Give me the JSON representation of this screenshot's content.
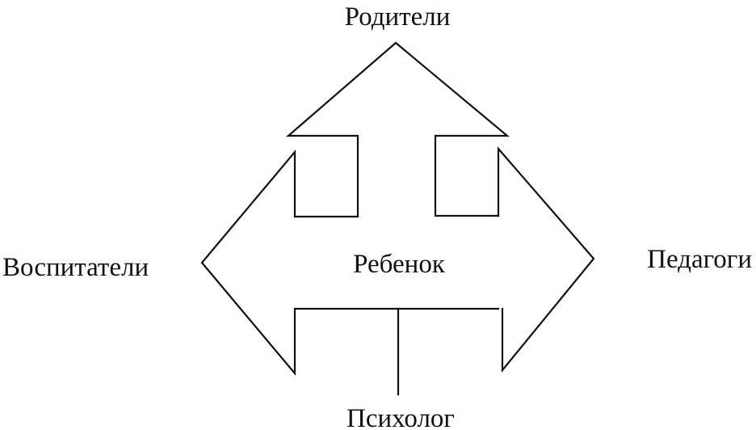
{
  "diagram": {
    "top_label": "Родители",
    "left_label": "Воспитатели",
    "center_label": "Ребенок",
    "right_label": "Педагоги",
    "bottom_label": "Психолог"
  },
  "colors": {
    "line": "#111111",
    "background": "#ffffff"
  }
}
